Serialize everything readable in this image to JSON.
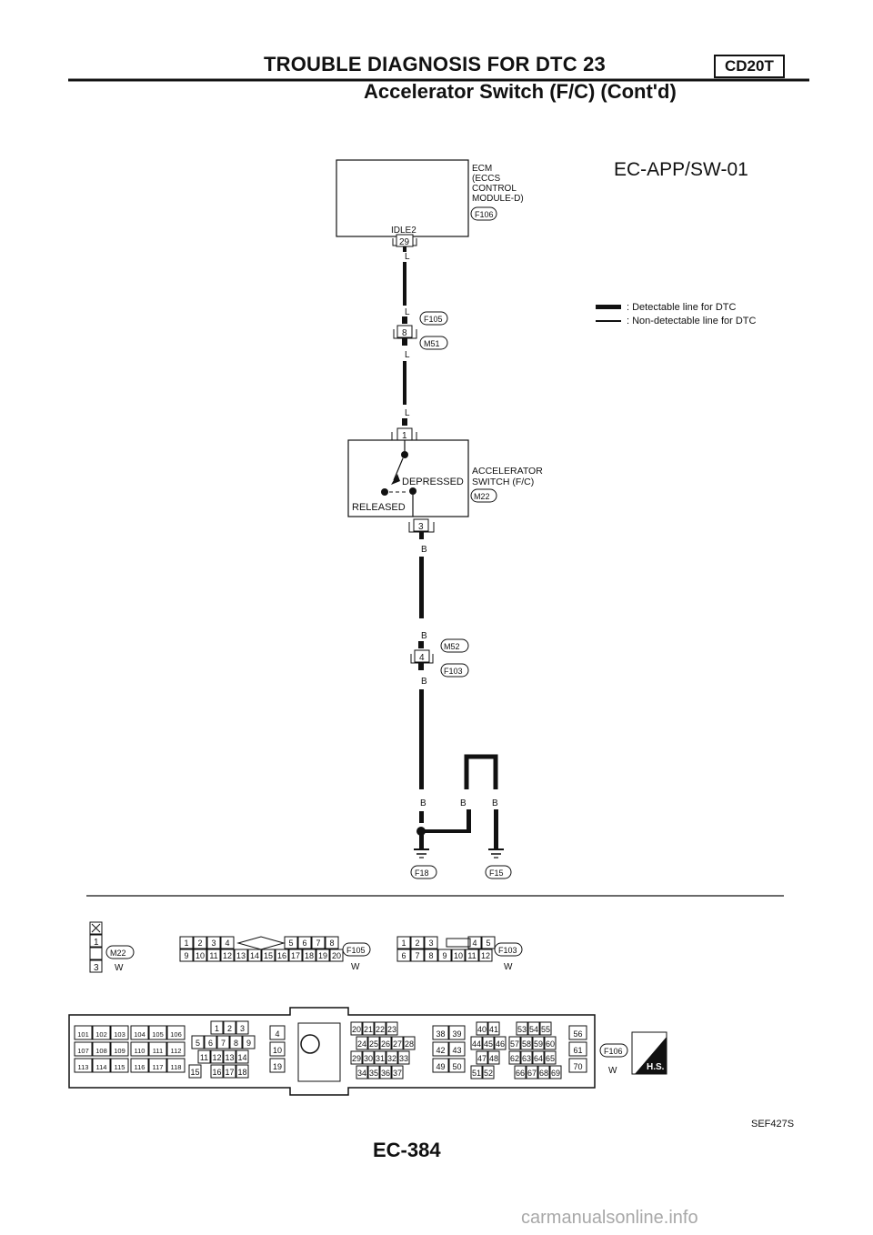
{
  "header": {
    "title": "TROUBLE DIAGNOSIS FOR DTC 23",
    "subtitle": "Accelerator Switch (F/C) (Cont'd)",
    "badge": "CD20T"
  },
  "diagram": {
    "id": "EC-APP/SW-01",
    "ecm": {
      "label_lines": [
        "ECM",
        "(ECCS",
        "CONTROL",
        "MODULE-D)"
      ],
      "terminal_name": "IDLE2",
      "terminal_no": "29",
      "connector": "F106"
    },
    "wire_color_l": "L",
    "wire_color_b": "B",
    "junction_1": {
      "pin": "8",
      "conn_top": "F105",
      "conn_bottom": "M51"
    },
    "switch": {
      "label_lines": [
        "ACCELERATOR",
        "SWITCH (F/C)"
      ],
      "connector": "M22",
      "pin_top": "1",
      "pin_bottom": "3",
      "state_depressed": "DEPRESSED",
      "state_released": "RELEASED"
    },
    "junction_2": {
      "pin": "4",
      "conn_top": "M52",
      "conn_bottom": "F103"
    },
    "grounds": [
      "F18",
      "F15"
    ],
    "legend": [
      ": Detectable line for DTC",
      ": Non-detectable line for DTC"
    ]
  },
  "connectors": {
    "m22": {
      "name": "M22",
      "color": "W",
      "pins": [
        "1",
        "3"
      ]
    },
    "f105": {
      "name": "F105",
      "color": "W",
      "row1": [
        "1",
        "2",
        "3",
        "4",
        "5",
        "6",
        "7",
        "8"
      ],
      "row2": [
        "9",
        "10",
        "11",
        "12",
        "13",
        "14",
        "15",
        "16",
        "17",
        "18",
        "19",
        "20"
      ]
    },
    "f103": {
      "name": "F103",
      "color": "W",
      "row1": [
        "1",
        "2",
        "3",
        "4",
        "5"
      ],
      "row2": [
        "6",
        "7",
        "8",
        "9",
        "10",
        "11",
        "12"
      ]
    },
    "f106": {
      "name": "F106",
      "color": "W",
      "hs": "H.S.",
      "groups": [
        [
          "101",
          "102",
          "103",
          "107",
          "108",
          "109",
          "113",
          "114",
          "115"
        ],
        [
          "104",
          "105",
          "106",
          "110",
          "111",
          "112",
          "116",
          "117",
          "118"
        ],
        [
          "1",
          "2",
          "3",
          "5",
          "6",
          "7",
          "8",
          "9",
          "11",
          "12",
          "13",
          "14",
          "15",
          "16",
          "17",
          "18"
        ],
        [
          "4",
          "10",
          "19"
        ],
        [
          "20",
          "21",
          "22",
          "23",
          "24",
          "25",
          "26",
          "27",
          "28",
          "29",
          "30",
          "31",
          "32",
          "33",
          "34",
          "35",
          "36",
          "37"
        ],
        [
          "38",
          "39",
          "42",
          "43",
          "49",
          "50"
        ],
        [
          "40",
          "41",
          "44",
          "45",
          "46",
          "47",
          "48",
          "51",
          "52"
        ],
        [
          "53",
          "54",
          "55",
          "57",
          "58",
          "59",
          "60",
          "62",
          "63",
          "64",
          "65",
          "66",
          "67",
          "68",
          "69"
        ],
        [
          "56",
          "61",
          "70"
        ]
      ]
    }
  },
  "footer": {
    "page_number": "EC-384",
    "figure_code": "SEF427S",
    "watermark": "carmanualsonline.info"
  }
}
